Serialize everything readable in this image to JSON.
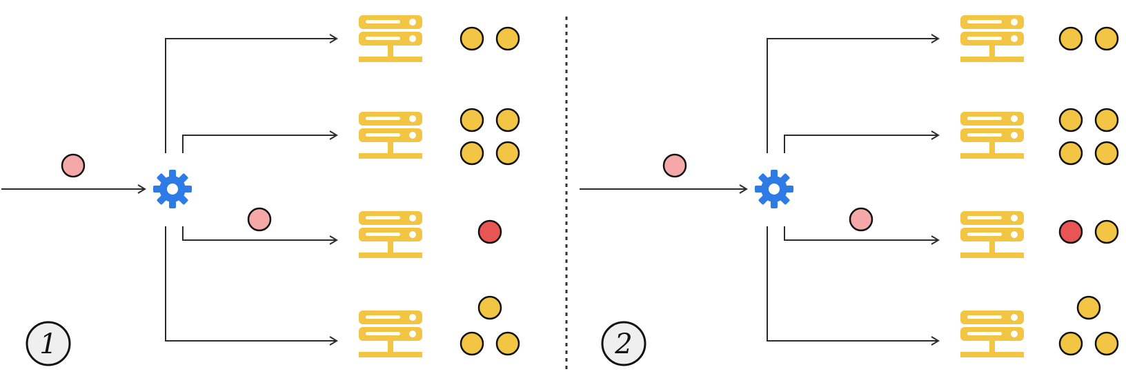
{
  "colors": {
    "line": "#2b2b2b",
    "server": "#f2c544",
    "request_idle": "#f2c544",
    "request_incoming": "#f4a9a8",
    "request_assigned": "#e85555",
    "balancer": "#2f7be6",
    "divider": "#333333",
    "badge_fill": "#efefef"
  },
  "icons": {
    "balancer": "gear-icon",
    "server": "server-icon",
    "request": "circle-icon"
  },
  "panels": [
    {
      "step_label": "1",
      "servers": [
        {
          "idle": 2,
          "assigned": 0
        },
        {
          "idle": 4,
          "assigned": 0
        },
        {
          "idle": 0,
          "assigned": 1
        },
        {
          "idle": 3,
          "assigned": 0
        }
      ]
    },
    {
      "step_label": "2",
      "servers": [
        {
          "idle": 2,
          "assigned": 0
        },
        {
          "idle": 4,
          "assigned": 0
        },
        {
          "idle": 1,
          "assigned": 1
        },
        {
          "idle": 3,
          "assigned": 0
        }
      ]
    }
  ]
}
